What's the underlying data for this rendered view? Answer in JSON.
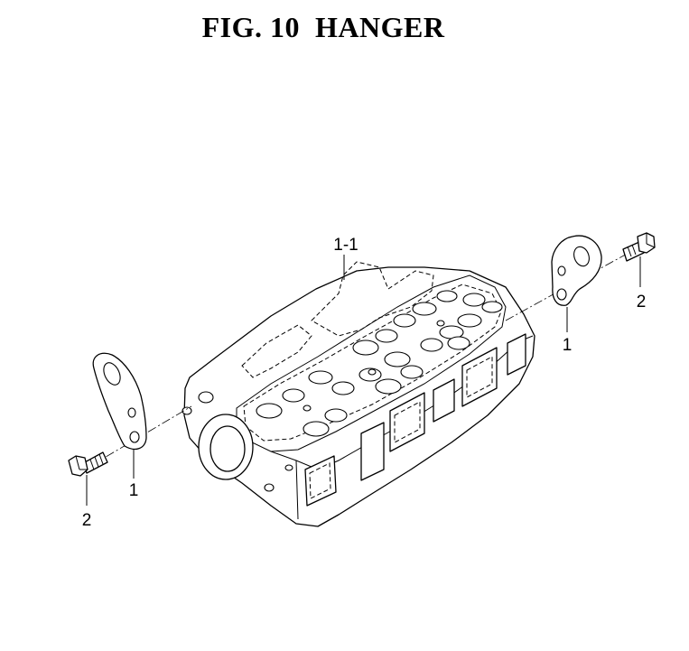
{
  "title": "FIG. 10  HANGER",
  "callouts": {
    "head_assembly": "1-1",
    "hanger_right": "1",
    "bolt_right": "2",
    "hanger_left": "1",
    "bolt_left": "2"
  }
}
